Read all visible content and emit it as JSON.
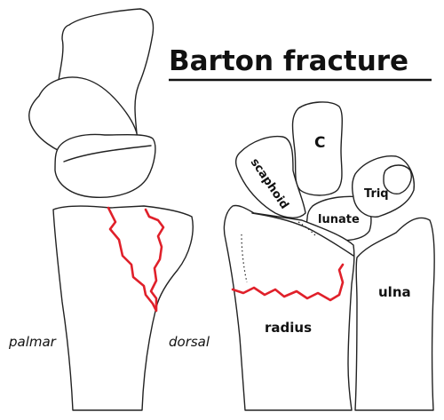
{
  "diagram": {
    "title": "Barton fracture",
    "labels": {
      "palmar": "palmar",
      "dorsal": "dorsal",
      "capitate": "C",
      "scaphoid": "scaphoid",
      "lunate": "lunate",
      "triquetrum": "Triq",
      "ulna": "ulna",
      "radius": "radius"
    },
    "colors": {
      "fracture": "#e0202a",
      "outline": "#222222",
      "background": "#ffffff"
    }
  }
}
